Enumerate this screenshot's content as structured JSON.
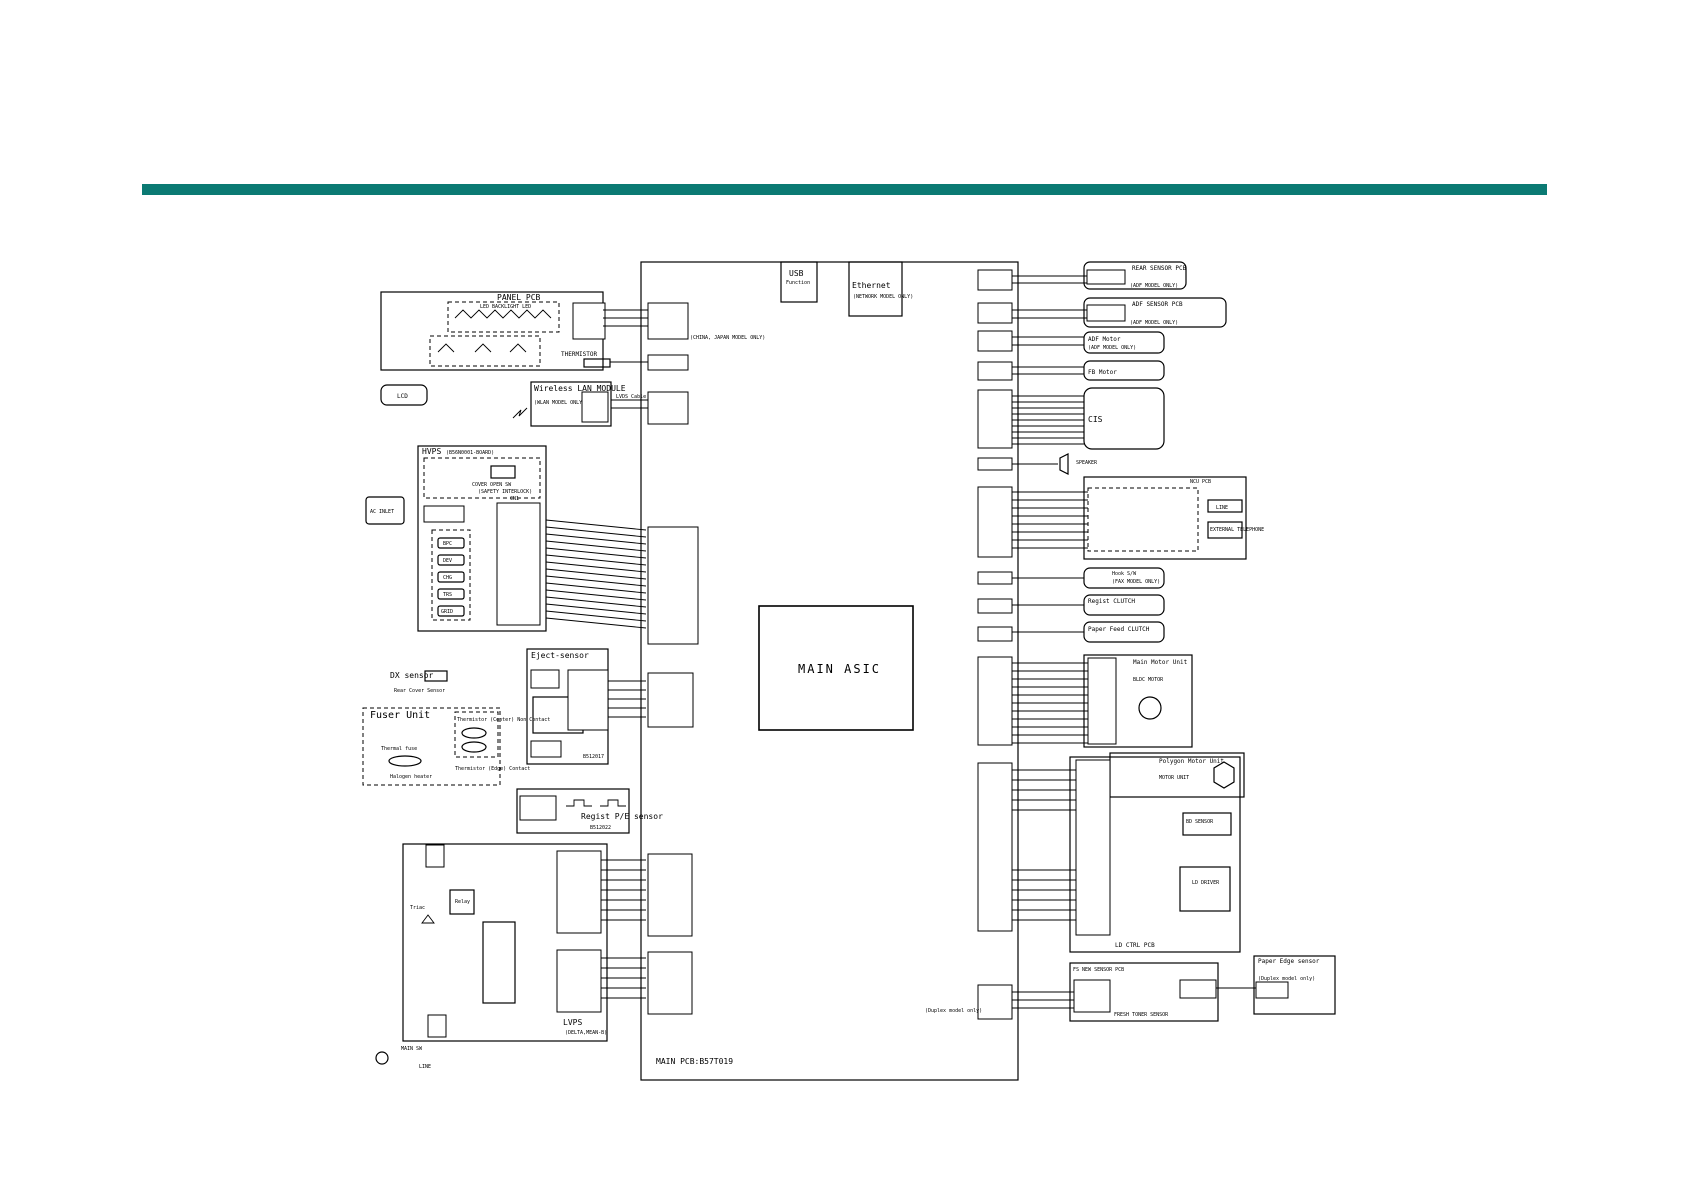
{
  "header": {
    "bar_color": "#0b7a73"
  },
  "main_pcb": {
    "label": "MAIN PCB:B57T019",
    "asic_label": "MAIN ASIC",
    "usb": {
      "title": "USB",
      "subtitle": "Function"
    },
    "ethernet": {
      "title": "Ethernet",
      "note": "(NETWORK MODEL ONLY)"
    }
  },
  "left_blocks": {
    "panel_pcb": {
      "title": "PANEL PCB",
      "leds": "LED BACKLIGHT LED",
      "lcd": "LCD",
      "thermistor": "THERMISTOR",
      "note": "(CHINA, JAPAN MODEL ONLY)"
    },
    "wireless": {
      "title": "Wireless LAN MODULE",
      "note": "(WLAN MODEL ONLY)",
      "cable": "LVDS Cable"
    },
    "hvps": {
      "title": "HVPS",
      "note": "(B56N0001-BOARD)",
      "cover_sw": "COVER OPEN SW",
      "cover_note": "(SAFETY INTERLOCK)",
      "ports": [
        "BPC",
        "DEV",
        "CHG",
        "TRS",
        "GRID"
      ],
      "connector": "CN1",
      "plug": "AC INLET"
    },
    "eject": {
      "title": "Eject-sensor",
      "dx_sensor": "DX sensor",
      "rear_cover": "Rear Cover Sensor",
      "part": "B512017"
    },
    "fuser": {
      "title": "Fuser Unit",
      "thermal": "Thermal fuse",
      "halogen": "Halogen heater",
      "therm_center": "Thermistor (Center) Non Contact",
      "therm_edge": "Thermistor (Edge) Contact"
    },
    "regist": {
      "title": "Regist P/E sensor",
      "part": "B512022"
    },
    "lvps": {
      "title": "LVPS",
      "note": "(DELTA,MEAN-B)",
      "relay": "Relay",
      "triac": "Triac",
      "main_sw": "MAIN SW",
      "line": "LINE"
    }
  },
  "right_blocks": {
    "rear_sensor": {
      "title": "REAR SENSOR PCB",
      "note": "(ADF MODEL ONLY)"
    },
    "adf_sensor": {
      "title": "ADF SENSOR PCB",
      "note": "(ADF MODEL ONLY)"
    },
    "adf_motor": {
      "title": "ADF Motor",
      "note": "(ADF MODEL ONLY)"
    },
    "fb_motor": {
      "title": "FB Motor"
    },
    "cis": {
      "title": "CIS"
    },
    "speaker": {
      "title": "SPEAKER"
    },
    "ncu": {
      "title": "NCU PCB",
      "line": "LINE",
      "ext": "EXTERNAL TELEPHONE"
    },
    "hook_sw": {
      "title": "Hook S/W",
      "note": "(FAX MODEL ONLY)"
    },
    "regist_clutch": {
      "title": "Regist CLUTCH"
    },
    "paper_feed_clutch": {
      "title": "Paper Feed CLUTCH"
    },
    "main_motor": {
      "title": "Main Motor Unit",
      "note": "BLDC MOTOR"
    },
    "polygon": {
      "title": "Polygon Motor Unit",
      "note": "MOTOR UNIT"
    },
    "bd_sensor": {
      "title": "BD SENSOR"
    },
    "ld_driver": {
      "title": "LD DRIVER"
    },
    "ld_ctrl": {
      "title": "LD CTRL PCB"
    },
    "fs_new_sensor": {
      "title": "FS NEW SENSOR PCB",
      "note": "FRESH TONER SENSOR"
    },
    "paper_edge": {
      "title": "Paper Edge sensor",
      "note": "(Duplex model only)"
    },
    "duplex_note": "(Duplex model only)"
  }
}
